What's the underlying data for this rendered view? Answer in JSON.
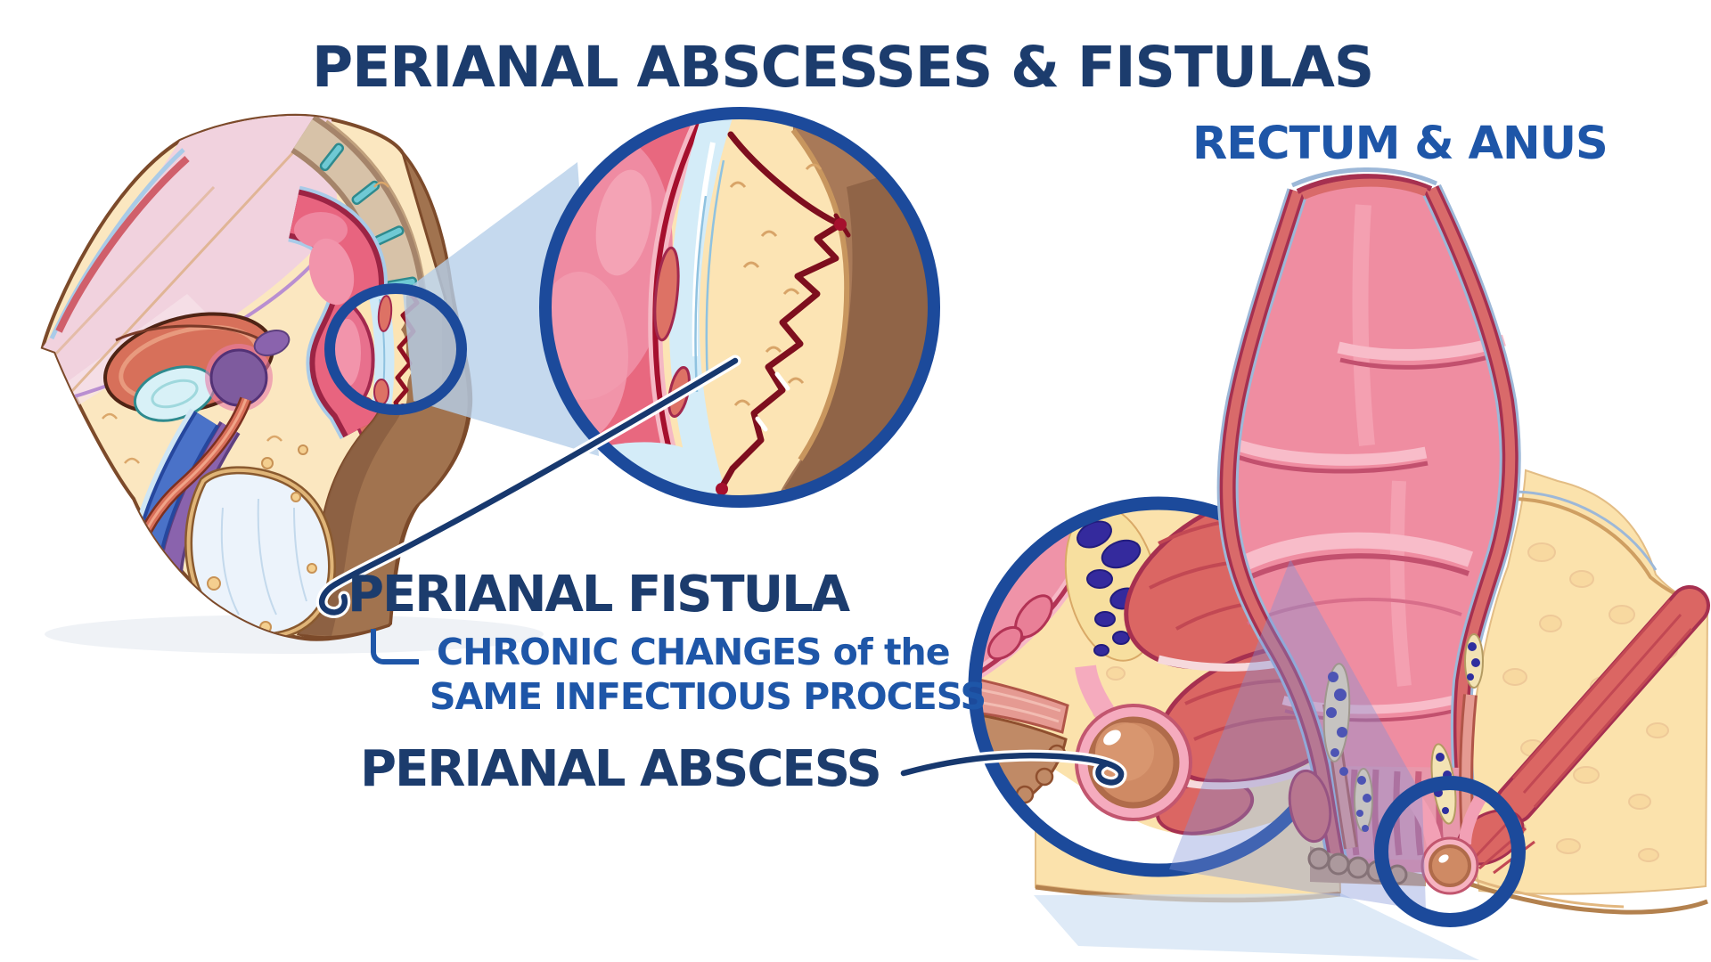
{
  "title": "PERIANAL ABSCESSES & FISTULAS",
  "right_panel": {
    "heading": "RECTUM & ANUS"
  },
  "annotations": {
    "fistula_label": "PERIANAL FISTULA",
    "fistula_note_line1": "CHRONIC CHANGES of the",
    "fistula_note_line2": "SAME INFECTIOUS PROCESS",
    "abscess_label": "PERIANAL ABSCESS"
  },
  "colors": {
    "title_navy": "#1c3c6d",
    "note_blue": "#1e56a8",
    "ring_navy": "#1c4a9b",
    "leader_navy": "#17386e",
    "zoom_beam_blue": "#b7d0ea",
    "fat_cream": "#fbe2ac",
    "mucosa_pink": "#ef8da1",
    "rectum_pink": "#e8687f",
    "crimson_outline": "#a63050",
    "muscle_red": "#db6663",
    "vein_blue": "#342a9d",
    "abscess_tan": "#cf8a64",
    "skin_brown": "#a1734f",
    "fistula_dark_red": "#7e0e1e",
    "tract_light_blue": "#d4ecf8"
  }
}
